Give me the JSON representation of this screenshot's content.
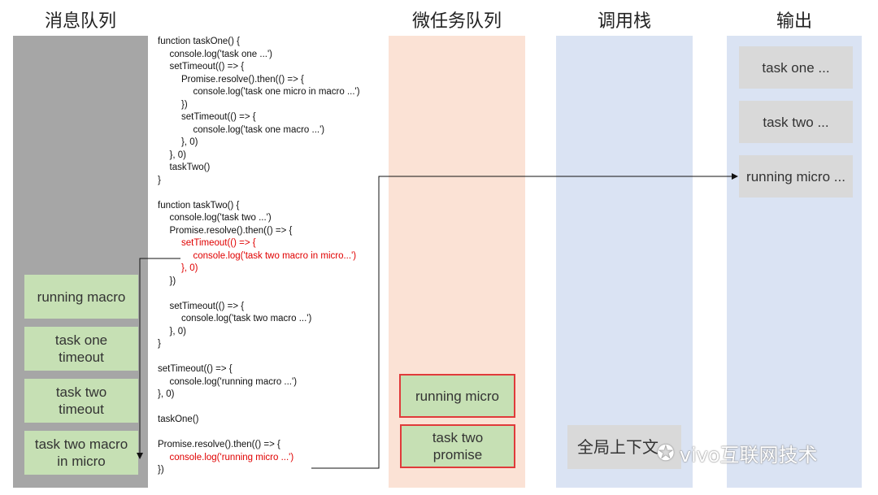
{
  "headers": {
    "message_queue": "消息队列",
    "micro_queue": "微任务队列",
    "call_stack": "调用栈",
    "output": "输出"
  },
  "message_queue_items": [
    "running macro",
    "task one\ntimeout",
    "task two\ntimeout",
    "task two macro\nin micro"
  ],
  "micro_queue_items": [
    "running micro",
    "task two\npromise"
  ],
  "call_stack_items": [
    "全局上下文"
  ],
  "output_items": [
    "task one ...",
    "task two ...",
    "running micro ..."
  ],
  "code_lines": [
    {
      "text": "function taskOne() {",
      "indent": 0,
      "red": false
    },
    {
      "text": "console.log('task one ...')",
      "indent": 1,
      "red": false
    },
    {
      "text": "setTimeout(() => {",
      "indent": 1,
      "red": false
    },
    {
      "text": "Promise.resolve().then(() => {",
      "indent": 2,
      "red": false
    },
    {
      "text": "console.log('task one micro in macro ...')",
      "indent": 3,
      "red": false
    },
    {
      "text": "})",
      "indent": 2,
      "red": false
    },
    {
      "text": "setTimeout(() => {",
      "indent": 2,
      "red": false
    },
    {
      "text": "console.log('task one macro ...')",
      "indent": 3,
      "red": false
    },
    {
      "text": "}, 0)",
      "indent": 2,
      "red": false
    },
    {
      "text": "}, 0)",
      "indent": 1,
      "red": false
    },
    {
      "text": "taskTwo()",
      "indent": 1,
      "red": false
    },
    {
      "text": "}",
      "indent": 0,
      "red": false
    },
    {
      "text": "function taskTwo() {",
      "indent": 0,
      "red": false,
      "gap": true
    },
    {
      "text": "console.log('task two ...')",
      "indent": 1,
      "red": false
    },
    {
      "text": "Promise.resolve().then(() => {",
      "indent": 1,
      "red": false
    },
    {
      "text": "setTimeout(() => {",
      "indent": 2,
      "red": true
    },
    {
      "text": "console.log('task two macro in micro...')",
      "indent": 3,
      "red": true
    },
    {
      "text": "}, 0)",
      "indent": 2,
      "red": true
    },
    {
      "text": "})",
      "indent": 1,
      "red": false
    },
    {
      "text": "setTimeout(() => {",
      "indent": 1,
      "red": false,
      "gap": true
    },
    {
      "text": "console.log('task two macro ...')",
      "indent": 2,
      "red": false
    },
    {
      "text": "}, 0)",
      "indent": 1,
      "red": false
    },
    {
      "text": "}",
      "indent": 0,
      "red": false
    },
    {
      "text": "setTimeout(() => {",
      "indent": 0,
      "red": false,
      "gap": true
    },
    {
      "text": "console.log('running macro ...')",
      "indent": 1,
      "red": false
    },
    {
      "text": "}, 0)",
      "indent": 0,
      "red": false
    },
    {
      "text": "taskOne()",
      "indent": 0,
      "red": false,
      "gap": true
    },
    {
      "text": "Promise.resolve().then(() => {",
      "indent": 0,
      "red": false,
      "gap": true
    },
    {
      "text": "console.log('running micro ...')",
      "indent": 1,
      "red": true
    },
    {
      "text": "})",
      "indent": 0,
      "red": false
    }
  ],
  "watermark": "vivo互联网技术",
  "colors": {
    "message_queue_bg": "#a6a6a6",
    "micro_queue_bg": "#fbe2d5",
    "call_stack_bg": "#dae3f3",
    "output_bg": "#dae3f3",
    "green_box": "#c6e0b4",
    "red_highlight": "#e00000"
  }
}
